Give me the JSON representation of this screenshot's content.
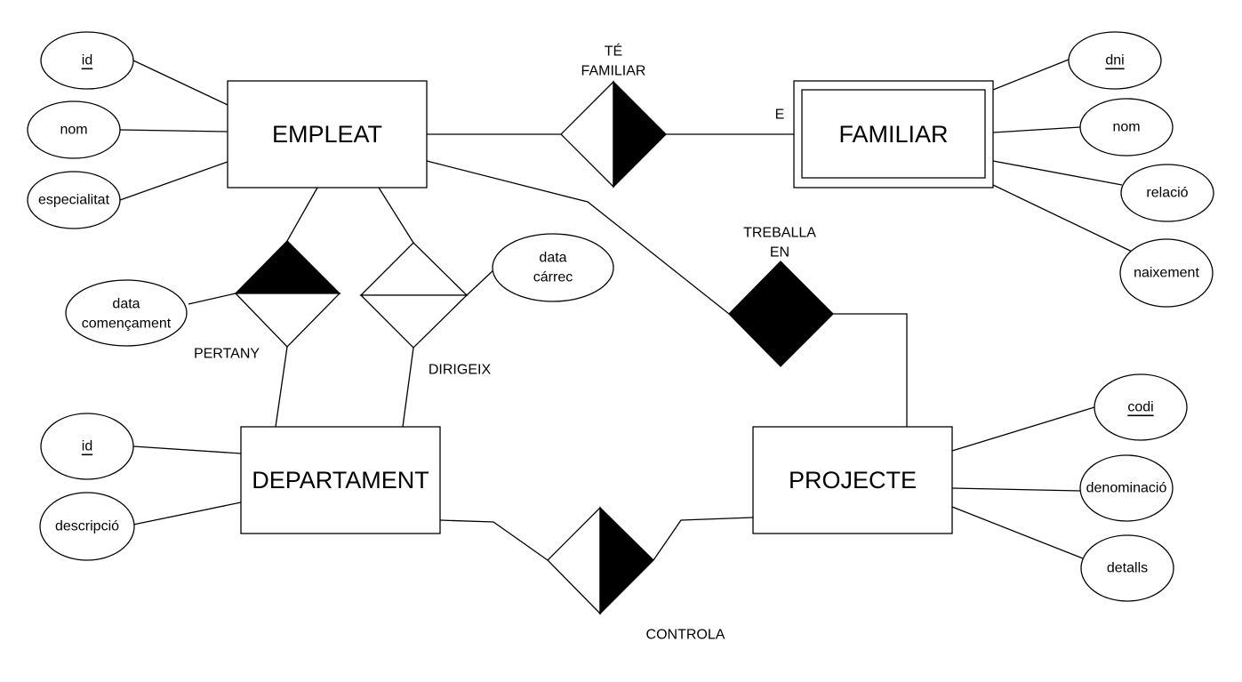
{
  "entities": {
    "empleat": "EMPLEAT",
    "familiar": "FAMILIAR",
    "departament": "DEPARTAMENT",
    "projecte": "PROJECTE"
  },
  "attributes": {
    "empleat_id": "id",
    "empleat_nom": "nom",
    "empleat_especialitat": "especialitat",
    "familiar_dni": "dni",
    "familiar_nom": "nom",
    "familiar_relacio": "relació",
    "familiar_naixement": "naixement",
    "departament_id": "id",
    "departament_descripcio": "descripció",
    "projecte_codi": "codi",
    "projecte_denominacio": "denominació",
    "projecte_detalls": "detalls",
    "pertany_data_line1": "data",
    "pertany_data_line2": "començament",
    "dirigeix_data_line1": "data",
    "dirigeix_data_line2": "cárrec"
  },
  "relationships": {
    "te_familiar_line1": "TÉ",
    "te_familiar_line2": "FAMILIAR",
    "treballa_en_line1": "TREBALLA",
    "treballa_en_line2": "EN",
    "pertany": "PERTANY",
    "dirigeix": "DIRIGEIX",
    "controla": "CONTROLA"
  },
  "annotations": {
    "familiar_marker": "E"
  }
}
